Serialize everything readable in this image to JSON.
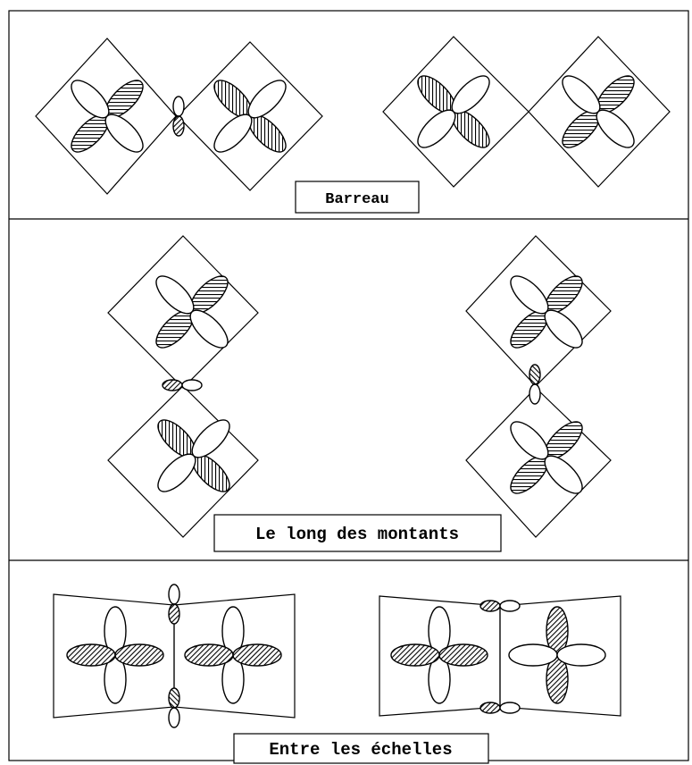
{
  "panels": [
    {
      "id": "barreau",
      "label": "Barreau"
    },
    {
      "id": "montants",
      "label": "Le long des montants"
    },
    {
      "id": "echelles",
      "label": "Entre les échelles"
    }
  ],
  "colors": {
    "stroke": "#000000",
    "background": "#ffffff",
    "hatch": "#000000"
  }
}
